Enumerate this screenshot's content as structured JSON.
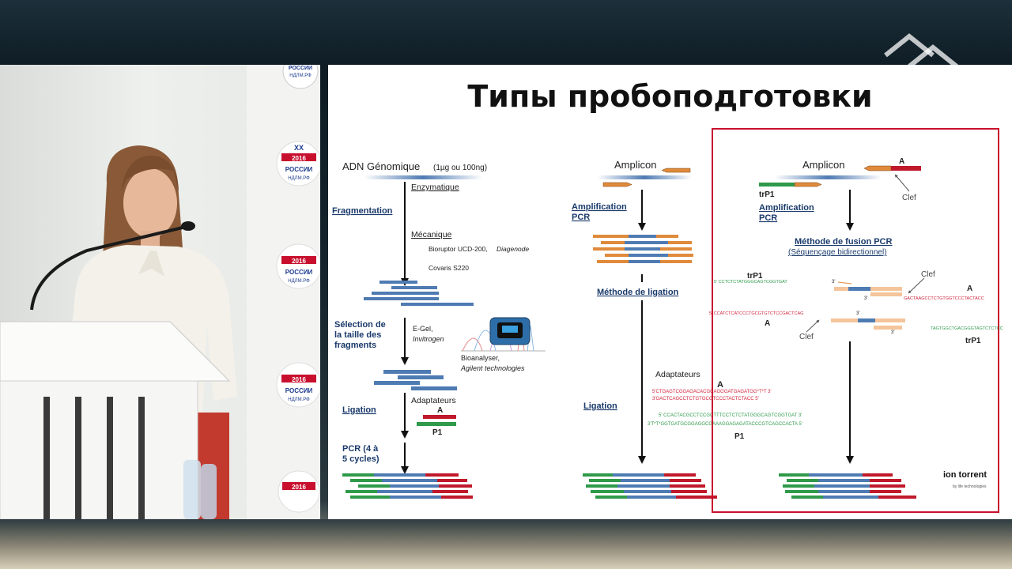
{
  "slide": {
    "title": "Типы пробоподготовки",
    "col1": {
      "heading": "ADN Génomique",
      "heading_detail": "(1µg ou 100ng)",
      "enzymatique": "Enzymatique",
      "fragmentation": "Fragmentation",
      "mecanique": "Mécanique",
      "bioruptor": "Bioruptor UCD-200,",
      "diagenode": "Diagenode",
      "covaris": "Covaris S220",
      "selection_l1": "Sélection de",
      "selection_l2": "la taille des",
      "selection_l3": "fragments",
      "egel": "E-Gel,",
      "invitrogen": "Invitrogen",
      "bioanalyser": "Bioanalyser,",
      "agilent": "Agilent technologies",
      "ligation": "Ligation",
      "adaptateurs": "Adaptateurs",
      "a_label": "A",
      "p1_label": "P1",
      "pcr_l1": "PCR (4 à",
      "pcr_l2": "5 cycles)"
    },
    "col2": {
      "heading": "Amplicon",
      "amplification_l1": "Amplification",
      "amplification_l2": "PCR",
      "methode_ligation": "Méthode de ligation",
      "adaptateurs": "Adaptateurs",
      "a_label": "A",
      "ligation": "Ligation",
      "p1_label": "P1",
      "seq1_top": "5'CTGAGTCGGAGACACGCAGGGATGAGATGG*T*T 3'",
      "seq1_bot": "3'GACTCAGCCTCTGTGCGTCCCTACTCTACC 5'",
      "seq2_top": "5' CCACTACGCCTCCGCTTTCCTCTCTATGGGCAGTCGGTGAT 3'",
      "seq2_bot": "3'T*T*GGTGATGCGGAGGCGAAAGGAGAGATACCCGTCAGCCACTA 5'"
    },
    "col3": {
      "heading": "Amplicon",
      "a_label": "A",
      "clef": "Clef",
      "trp1": "trP1",
      "amplification_l1": "Amplification",
      "amplification_l2": "PCR",
      "methode_fusion": "Méthode de fusion PCR",
      "sequencage": "(Séquençage  bidirectionnel)",
      "trp1_upper": "trP1",
      "clef_upper": "Clef",
      "a_upper": "A",
      "seq_green_1": "5' CCTCTCTATGGGCAGTCGGTGAT",
      "seq_red_1": "GACTAAGCCTCTGTGGTCCCTACTACC",
      "seq_red_2": "5' CCATCTCATCCCTGCGTGTCTCCGACTCAG",
      "seq_green_2": "TAGTGGCTGACGGGTAGTCTCTCC",
      "a_lower": "A",
      "clef_lower": "Clef",
      "trp1_lower": "trP1",
      "p3": "3'",
      "p5": "5'",
      "brand_main": "ion torrent",
      "brand_sub": "by life technologies"
    }
  },
  "speaker": {
    "banner_year": "2016",
    "banner_word": "РОССИИ",
    "banner_sub": "НДЛМ.РФ",
    "banner_num": "XX"
  },
  "colors": {
    "blue_dna": "#4f7bb3",
    "orange_primer": "#e08a3c",
    "red_adapter": "#c0192b",
    "green_adapter": "#2f9a4a",
    "highlight_box": "#c8102e"
  }
}
